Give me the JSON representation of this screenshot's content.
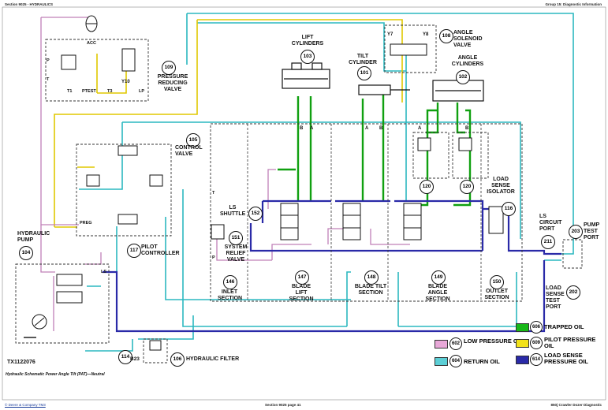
{
  "header": {
    "left": "Section 9025 - HYDRAULICS",
    "right": "Group 15: Diagnostic Information"
  },
  "footer": {
    "left": "© Deere & Company TM3",
    "center": "Section 9025 page 41",
    "right": "850j Crawler Dozer Diagnostic"
  },
  "figure_id": "TX1122076",
  "caption": "Hydraulic Schematic Power Angle Tilt (PAT)—Neutral",
  "small_labels": {
    "acc": "ACC",
    "p": "P",
    "t": "T",
    "t1": "T1",
    "ptest": "PTEST",
    "t3": "T3",
    "lp": "LP",
    "y10": "Y10",
    "y7": "Y7",
    "y8": "Y8",
    "preg": "PREG",
    "ls": "LS",
    "b23": "B23",
    "a": "A",
    "b": "B",
    "p_port": "P",
    "t_port": "T"
  },
  "components": [
    {
      "callout": "109",
      "label": "PRESSURE REDUCING VALVE"
    },
    {
      "callout": "108",
      "label": "ANGLE SOLENOID VALVE"
    },
    {
      "callout": "103",
      "label": "LIFT CYLINDERS"
    },
    {
      "callout": "101",
      "label": "TILT CYLINDER"
    },
    {
      "callout": "102",
      "label": "ANGLE CYLINDERS"
    },
    {
      "callout": "105",
      "label": "CONTROL VALVE"
    },
    {
      "callout": "117",
      "label": "PILOT CONTROLLER"
    },
    {
      "callout": "104",
      "label": "HYDRAULIC PUMP"
    },
    {
      "callout": "152",
      "label": "LS SHUTTLE"
    },
    {
      "callout": "151",
      "label": "SYSTEM RELIEF VALVE"
    },
    {
      "callout": "146",
      "label": "INLET SECTION"
    },
    {
      "callout": "147",
      "label": "BLADE LIFT SECTION"
    },
    {
      "callout": "148",
      "label": "BLADE TILT SECTION"
    },
    {
      "callout": "149",
      "label": "BLADE ANGLE SECTION"
    },
    {
      "callout": "150",
      "label": "OUTLET SECTION"
    },
    {
      "callout": "120",
      "label": ""
    },
    {
      "callout": "120",
      "label": ""
    },
    {
      "callout": "116",
      "label": "LOAD SENSE ISOLATOR"
    },
    {
      "callout": "211",
      "label": "LS CIRCUIT PORT"
    },
    {
      "callout": "203",
      "label": "PUMP TEST PORT"
    },
    {
      "callout": "202",
      "label": "LOAD SENSE TEST PORT"
    },
    {
      "callout": "114",
      "label": ""
    },
    {
      "callout": "106",
      "label": "HYDRAULIC FILTER"
    }
  ],
  "legend": [
    {
      "callout": "602",
      "label": "LOW PRESSURE OIL",
      "color": "#e8a8d8"
    },
    {
      "callout": "604",
      "label": "RETURN OIL",
      "color": "#5ccfd6"
    },
    {
      "callout": "606",
      "label": "TRAPPED OIL",
      "color": "#18b818"
    },
    {
      "callout": "609",
      "label": "PILOT PRESSURE OIL",
      "color": "#f2e21a"
    },
    {
      "callout": "614",
      "label": "LOAD SENSE PRESSURE OIL",
      "color": "#2a2aa8"
    }
  ],
  "colors": {
    "low": "#c080b8",
    "return": "#2cb8c0",
    "trapped": "#10a010",
    "pilot": "#e0c800",
    "ls": "#2a2aa8"
  }
}
